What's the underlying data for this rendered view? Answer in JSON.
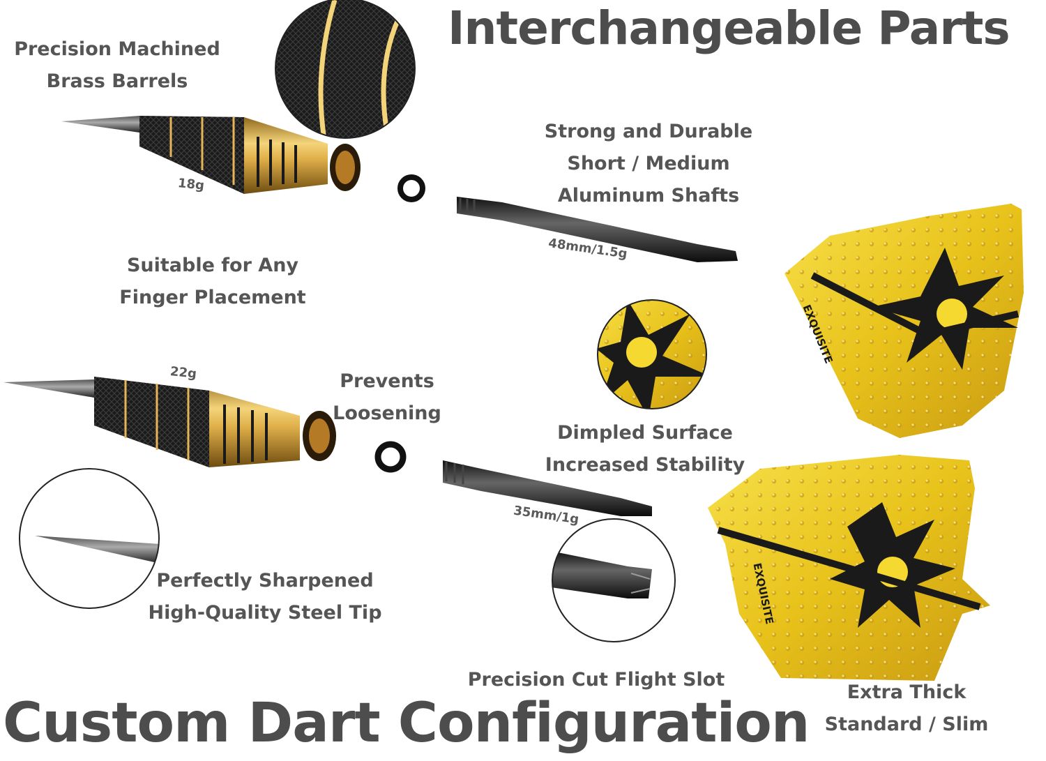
{
  "headline": {
    "top": "Interchangeable Parts",
    "bottom": "Custom Dart Configuration"
  },
  "features": {
    "barrels": [
      "Precision Machined",
      "Brass Barrels"
    ],
    "shafts": [
      "Strong and Durable",
      "Short / Medium",
      "Aluminum Shafts"
    ],
    "grip": [
      "Suitable for Any",
      "Finger Placement"
    ],
    "oring": [
      "Prevents",
      "Loosening"
    ],
    "flight_surface": [
      "Dimpled Surface",
      "Increased Stability"
    ],
    "tip": [
      "Perfectly Sharpened",
      "High-Quality Steel Tip"
    ],
    "flight_slot": [
      "Precision Cut Flight Slot"
    ],
    "flights": [
      "Extra Thick",
      "Standard / Slim"
    ]
  },
  "weights": {
    "barrel_a": "18g",
    "barrel_b": "22g",
    "shaft_medium": "48mm/1.5g",
    "shaft_short": "35mm/1g"
  },
  "flight_brand": "EXQUISITE",
  "colors": {
    "gold": "#d9a93a",
    "gold_light": "#f4d47a",
    "flight_yellow": "#f2d21f",
    "black": "#1c1c1c",
    "text": "#555555"
  }
}
